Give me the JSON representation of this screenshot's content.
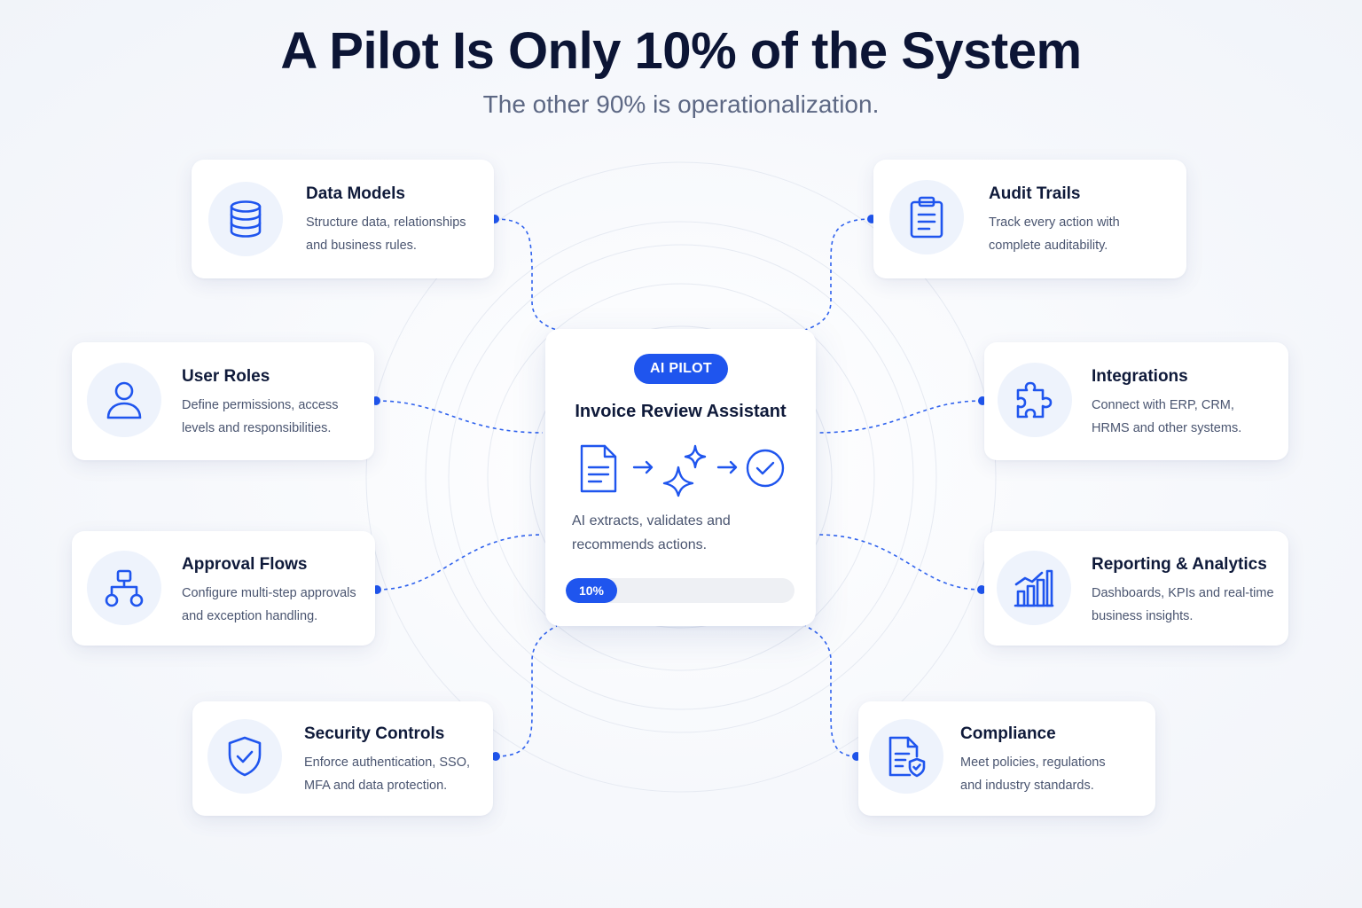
{
  "header": {
    "title": "A Pilot Is Only 10% of the System",
    "subtitle": "The other 90% is operationalization."
  },
  "pilot": {
    "badge": "AI PILOT",
    "title": "Invoice Review Assistant",
    "flow_icons": [
      "document-icon",
      "arrow-right-icon",
      "sparkles-icon",
      "arrow-right-icon",
      "check-circle-icon"
    ],
    "description": "AI extracts, validates and recommends actions.",
    "progress_label": "10%",
    "progress_fraction": 0.1
  },
  "components": {
    "data_models": {
      "title": "Data Models",
      "line1": "Structure data, relationships",
      "line2": "and business rules.",
      "icon": "database-icon"
    },
    "user_roles": {
      "title": "User Roles",
      "line1": "Define permissions, access",
      "line2": "levels and responsibilities.",
      "icon": "user-icon"
    },
    "approval_flows": {
      "title": "Approval Flows",
      "line1": "Configure multi-step approvals",
      "line2": "and exception handling.",
      "icon": "org-chart-icon"
    },
    "security_controls": {
      "title": "Security Controls",
      "line1": "Enforce authentication, SSO,",
      "line2": "MFA and data protection.",
      "icon": "shield-check-icon"
    },
    "audit_trails": {
      "title": "Audit Trails",
      "line1": "Track every action with",
      "line2": "complete auditability.",
      "icon": "clipboard-icon"
    },
    "integrations": {
      "title": "Integrations",
      "line1": "Connect with ERP, CRM,",
      "line2": "HRMS and other systems.",
      "icon": "puzzle-icon"
    },
    "reporting": {
      "title": "Reporting & Analytics",
      "line1": "Dashboards, KPIs and real-time",
      "line2": "business insights.",
      "icon": "bar-chart-icon"
    },
    "compliance": {
      "title": "Compliance",
      "line1": "Meet policies, regulations",
      "line2": "and industry standards.",
      "icon": "document-shield-icon"
    }
  },
  "colors": {
    "accent": "#1f55ee",
    "title": "#0c1535",
    "muted": "#5d6884",
    "icon_bg": "#eef3fc"
  }
}
